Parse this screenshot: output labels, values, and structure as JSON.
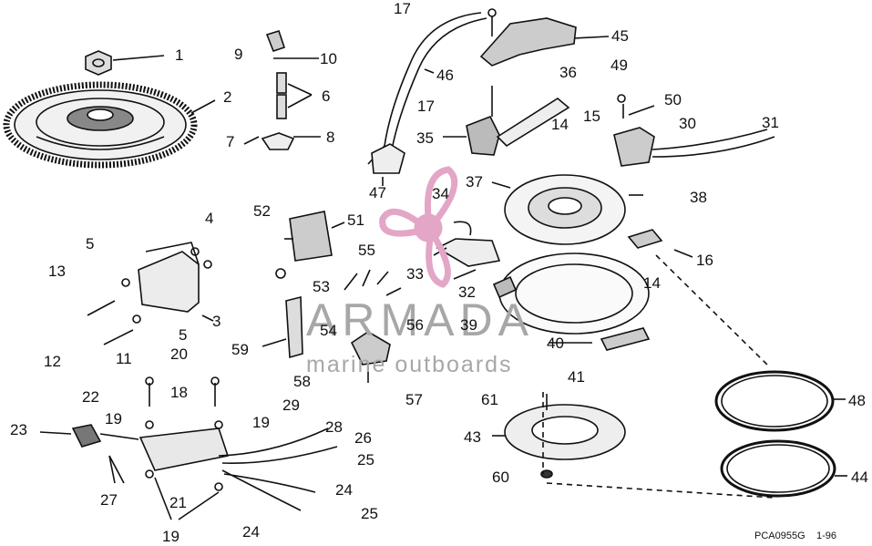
{
  "watermark": {
    "name": "ARMADA",
    "tagline": "marine outboards",
    "accent_color": "#e3a6c6",
    "text_color": "#a7a7a7"
  },
  "diagram_code": "PCA0955G",
  "diagram_date": "1-96",
  "callouts": [
    "1",
    "2",
    "4",
    "5",
    "6",
    "7",
    "8",
    "9",
    "10",
    "11",
    "12",
    "13",
    "14",
    "15",
    "16",
    "17",
    "18",
    "19",
    "20",
    "21",
    "22",
    "23",
    "24",
    "25",
    "26",
    "27",
    "28",
    "29",
    "30",
    "31",
    "32",
    "33",
    "34",
    "35",
    "36",
    "37",
    "38",
    "39",
    "40",
    "41",
    "43",
    "44",
    "45",
    "46",
    "47",
    "48",
    "49",
    "50",
    "51",
    "52",
    "53",
    "54",
    "55",
    "56",
    "57",
    "58",
    "59",
    "60",
    "61",
    "3"
  ]
}
